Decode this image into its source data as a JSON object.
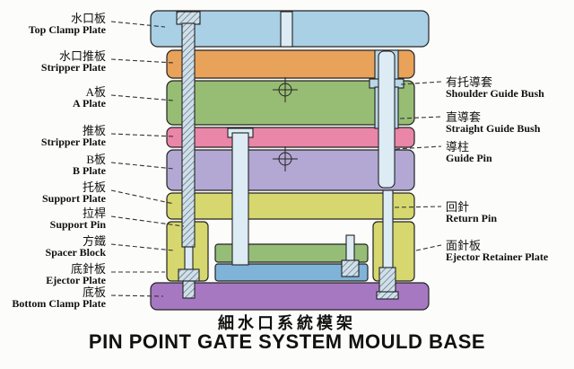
{
  "page": {
    "title_zh": "細水口系統模架",
    "title_en": "PIN POINT GATE SYSTEM MOULD BASE"
  },
  "left_labels": [
    {
      "zh": "水口板",
      "en": "Top Clamp Plate"
    },
    {
      "zh": "水口推板",
      "en": "Stripper Plate"
    },
    {
      "zh": "A板",
      "en": "A Plate"
    },
    {
      "zh": "推板",
      "en": "Stripper Plate"
    },
    {
      "zh": "B板",
      "en": "B Plate"
    },
    {
      "zh": "托板",
      "en": "Support Plate"
    },
    {
      "zh": "拉桿",
      "en": "Support Pin"
    },
    {
      "zh": "方鐵",
      "en": "Spacer Block"
    },
    {
      "zh": "底針板",
      "en": "Ejector Plate"
    },
    {
      "zh": "底板",
      "en": "Bottom Clamp Plate"
    }
  ],
  "right_labels": [
    {
      "zh": "有托導套",
      "en": "Shoulder Guide Bush"
    },
    {
      "zh": "直導套",
      "en": "Straight Guide Bush"
    },
    {
      "zh": "導柱",
      "en": "Guide Pin"
    },
    {
      "zh": "回針",
      "en": "Return Pin"
    },
    {
      "zh": "面針板",
      "en": "Ejector Retainer Plate"
    }
  ],
  "colors": {
    "top_clamp_plate": "#a9d0e5",
    "stripper_plate_top": "#e8a25a",
    "a_plate": "#97bd74",
    "stripper_plate": "#ea86a8",
    "b_plate": "#b2a8d3",
    "support_plate": "#d6d76e",
    "spacer_block": "#d6d76e",
    "ejector_retainer_plate": "#95bd77",
    "ejector_plate": "#7fb3d8",
    "bottom_clamp_plate": "#a678c2",
    "guide_bush": "#b9d7e8",
    "pin_light": "#dcebf4",
    "outline": "#222222"
  }
}
